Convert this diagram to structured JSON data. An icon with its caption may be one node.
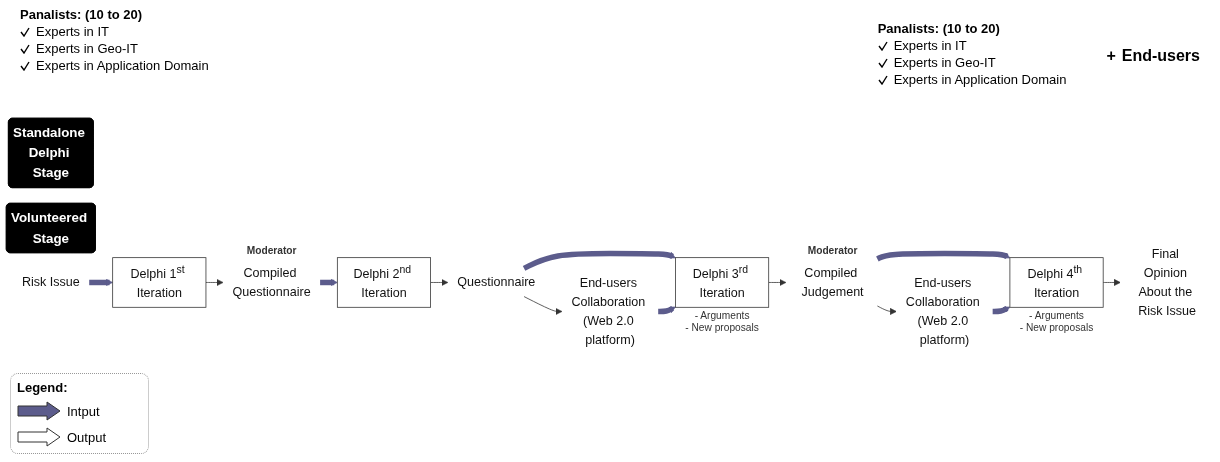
{
  "diagram": {
    "nodes": [
      {
        "text": [
          "Standalone Delphi Stage"
        ]
      },
      {
        "text": [
          "Volunteered Stage"
        ]
      },
      {
        "text": [
          "Risk Issue"
        ]
      },
      {
        "text": [
          "Delphi 1$^{st}$ Iteration"
        ]
      },
      {
        "text": [
          "Compiled Questionnaire"
        ],
        "beside": [
          "Moderator"
        ]
      },
      {
        "text": [
          "Delphi 2$^{nd}$ Iteration"
        ]
      },
      {
        "text": [
          "Questionnaire"
        ]
      },
      {
        "text": [
          "Delphi 3$^{rd}$ Iteration"
        ],
        "beside": [
          "- Arguments",
          "- New proposals"
        ]
      },
      {
        "text": [
          "Compiled Judgement"
        ],
        "beside": [
          "Moderator"
        ]
      },
      {
        "text": [
          "Delphi 4$^{th}$ Iteration"
        ],
        "beside": [
          "- Arguments",
          "- New proposals"
        ]
      },
      {
        "text": [
          "Final Opinion About the Risk Issue"
        ]
      },
      {
        "text": [
          "End-users Collaboration (Web 2.0 platform)"
        ]
      },
      {
        "text": [
          "End-users Collaboration (Web 2.0 platform)"
        ]
      }
    ],
    "edges": [
      {
        "from": 2,
        "to": 3,
        "arrow": "to",
        "style": "thick",
        "color": "#5c5c8c"
      },
      {
        "from": 3,
        "to": 4,
        "arrow": "to"
      },
      {
        "from": 4,
        "to": 5,
        "arrow": "to",
        "style": "thick",
        "color": "#5c5c8c"
      },
      {
        "from": 5,
        "to": 6,
        "arrow": "to"
      },
      {
        "from": 6,
        "to": 7,
        "arrow": "to",
        "style": "thick",
        "color": "#5c5c8c"
      },
      {
        "from": 6,
        "to": 11,
        "arrow": "to"
      },
      {
        "from": 11,
        "to": 7,
        "arrow": "to",
        "style": "thick",
        "color": "#5c5c8c"
      },
      {
        "from": 7,
        "to": 8,
        "arrow": "to"
      },
      {
        "from": 8,
        "to": 9,
        "arrow": "to",
        "style": "thick",
        "color": "#5c5c8c"
      },
      {
        "from": 8,
        "to": 12,
        "arrow": "to"
      },
      {
        "from": 12,
        "to": 9,
        "arrow": "to",
        "style": "thick",
        "color": "#5c5c8c"
      },
      {
        "from": 9,
        "to": 10,
        "arrow": "to"
      }
    ],
    "labels": [
      "Panalists: (10 to 20)",
      "Experts in IT",
      "Experts in Geo-IT",
      "Experts in Application Domain",
      "Panalists: (10 to 20)",
      "Experts in IT",
      "Experts in Geo-IT",
      "Experts in Application Domain",
      "+",
      "End-users",
      "Legend:"
    ],
    "legend": [
      {
        "text": "Intput"
      },
      {
        "text": "Output"
      }
    ]
  }
}
